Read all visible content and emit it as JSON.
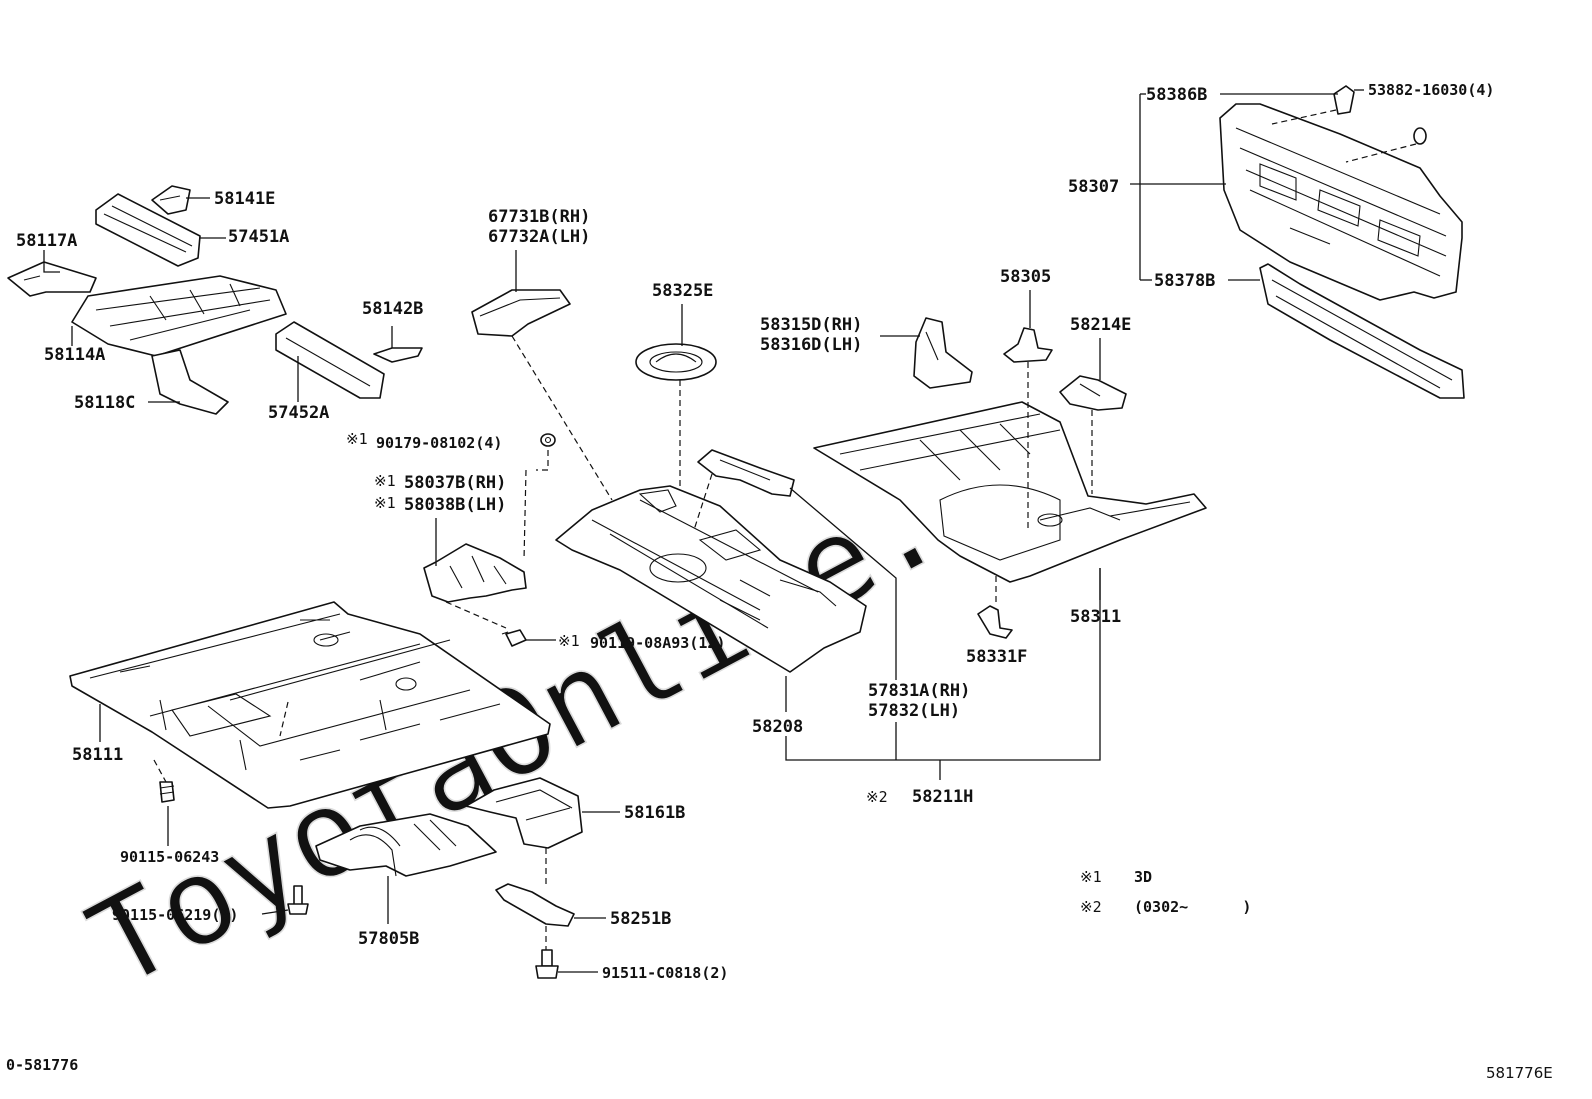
{
  "watermark": "ToyotaOnline.ru",
  "corner_codes": {
    "bottom_left": "0-581776",
    "bottom_right": "581776E"
  },
  "labels": {
    "p58141E": "58141E",
    "p57451A": "57451A",
    "p58117A": "58117A",
    "p58114A": "58114A",
    "p58118C": "58118C",
    "p58142B": "58142B",
    "p57452A": "57452A",
    "p67731B": "67731B(RH)",
    "p67732A": "67732A(LH)",
    "p58325E": "58325E",
    "p58315D": "58315D(RH)",
    "p58316D": "58316D(LH)",
    "p58305": "58305",
    "p58214E": "58214E",
    "p58386B": "58386B",
    "p53882": "53882-16030(4)",
    "p58307": "58307",
    "p58378B": "58378B",
    "p90179": "90179-08102(4)",
    "p58037B": "58037B(RH)",
    "p58038B": "58038B(LH)",
    "p90119": "90119-08A93(12)",
    "p58111": "58111",
    "p58208": "58208",
    "p58331F": "58331F",
    "p58311": "58311",
    "p57831A": "57831A(RH)",
    "p57832": "57832(LH)",
    "p58211H": "58211H",
    "p58161B": "58161B",
    "p90115a": "90115-06243",
    "p90115b": "90115-06219(3)",
    "p57805B": "57805B",
    "p58251B": "58251B",
    "p91511": "91511-C0818(2)"
  },
  "marks": {
    "m1": "※1",
    "m2": "※2"
  },
  "legend": [
    {
      "mark": "※1",
      "text": "3D"
    },
    {
      "mark": "※2",
      "text": "(0302~      )"
    }
  ]
}
